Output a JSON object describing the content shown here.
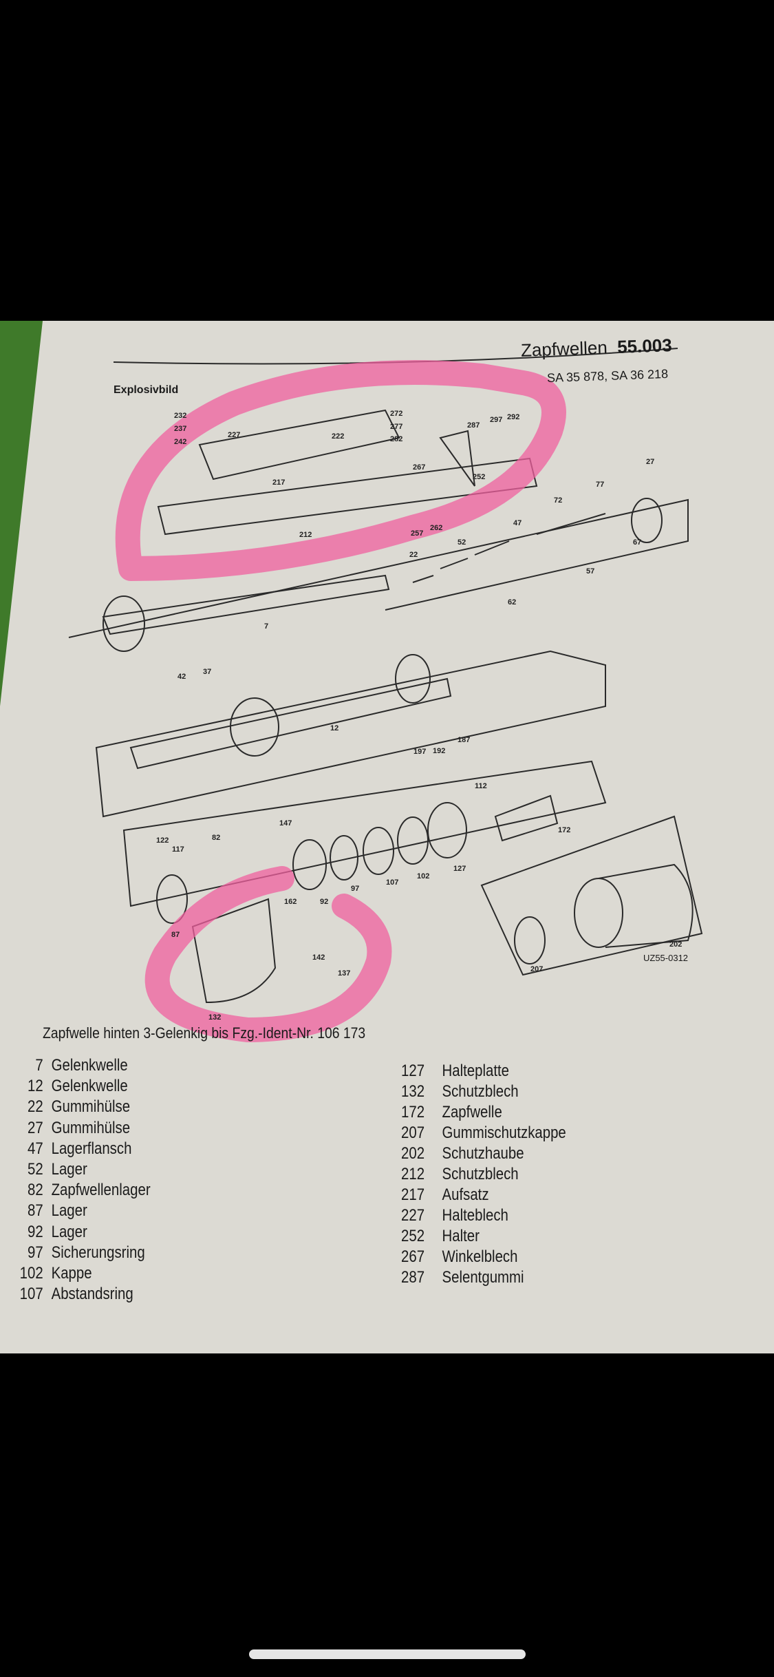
{
  "header": {
    "section": "Zapfwellen",
    "page_number": "55.003",
    "models": "SA 35 878, SA 36 218",
    "label": "Explosivbild"
  },
  "caption": "Zapfwelle hinten 3-Gelenkig bis Fzg.-Ident-Nr. 106 173",
  "drawing_code": "UZ55-0312",
  "callouts": [
    "232",
    "237",
    "242",
    "227",
    "222",
    "217",
    "212",
    "272",
    "277",
    "282",
    "287",
    "297",
    "292",
    "267",
    "252",
    "257",
    "262",
    "22",
    "52",
    "47",
    "72",
    "77",
    "27",
    "67",
    "57",
    "62",
    "7",
    "42",
    "37",
    "12",
    "187",
    "197",
    "192",
    "112",
    "147",
    "122",
    "117",
    "82",
    "172",
    "127",
    "102",
    "107",
    "97",
    "162",
    "92",
    "87",
    "142",
    "137",
    "132",
    "202",
    "207"
  ],
  "legend_left": [
    {
      "no": "7",
      "name": "Gelenkwelle"
    },
    {
      "no": "12",
      "name": "Gelenkwelle"
    },
    {
      "no": "22",
      "name": "Gummihülse"
    },
    {
      "no": "27",
      "name": "Gummihülse"
    },
    {
      "no": "47",
      "name": "Lagerflansch"
    },
    {
      "no": "52",
      "name": "Lager"
    },
    {
      "no": "82",
      "name": "Zapfwellenlager"
    },
    {
      "no": "87",
      "name": "Lager"
    },
    {
      "no": "92",
      "name": "Lager"
    },
    {
      "no": "97",
      "name": "Sicherungsring"
    },
    {
      "no": "102",
      "name": "Kappe"
    },
    {
      "no": "107",
      "name": "Abstandsring"
    }
  ],
  "legend_right": [
    {
      "no": "127",
      "name": "Halteplatte"
    },
    {
      "no": "132",
      "name": "Schutzblech"
    },
    {
      "no": "172",
      "name": "Zapfwelle"
    },
    {
      "no": "207",
      "name": "Gummischutzkappe"
    },
    {
      "no": "202",
      "name": "Schutzhaube"
    },
    {
      "no": "212",
      "name": "Schutzblech"
    },
    {
      "no": "217",
      "name": "Aufsatz"
    },
    {
      "no": "227",
      "name": "Halteblech"
    },
    {
      "no": "252",
      "name": "Halter"
    },
    {
      "no": "267",
      "name": "Winkelblech"
    },
    {
      "no": "287",
      "name": "Selentgummi"
    }
  ],
  "colors": {
    "highlighter": "#f0609f",
    "paper": "#dcdad3",
    "background": "#000000"
  }
}
